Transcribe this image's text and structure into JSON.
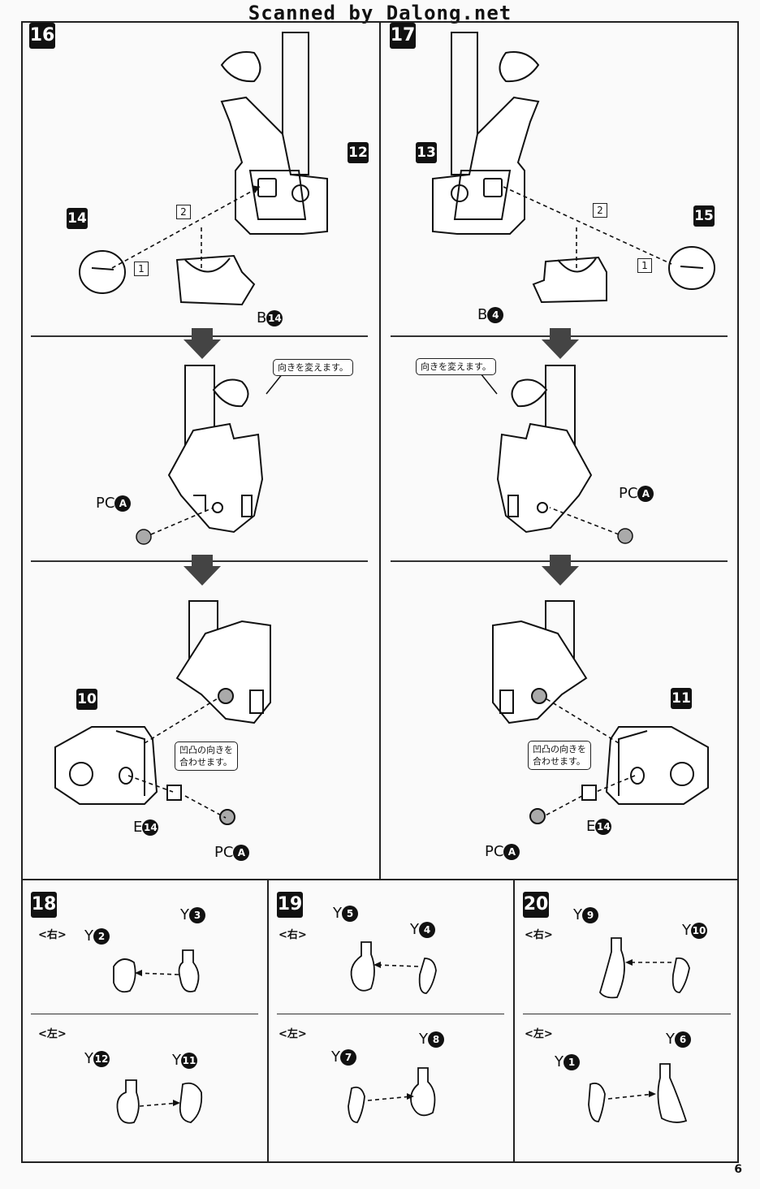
{
  "header": {
    "scan_credit": "Scanned by Dalong.net"
  },
  "steps": {
    "s16": {
      "num": "16",
      "part_main": "12",
      "part_cap": "14",
      "box1": "1",
      "box2": "2",
      "b_label": "B",
      "b_num": "14",
      "pc_label": "PC",
      "pc_num": "A",
      "part_joint": "10",
      "e_label": "E",
      "e_num": "14",
      "pc2_label": "PC",
      "pc2_num": "A",
      "note_turn": "向きを変えます。",
      "note_align": "凹凸の向きを\n合わせます。"
    },
    "s17": {
      "num": "17",
      "part_main": "13",
      "part_cap": "15",
      "box1": "1",
      "box2": "2",
      "b_label": "B",
      "b_num": "4",
      "pc_label": "PC",
      "pc_num": "A",
      "part_joint": "11",
      "e_label": "E",
      "e_num": "14",
      "pc2_label": "PC",
      "pc2_num": "A",
      "note_turn": "向きを変えます。",
      "note_align": "凹凸の向きを\n合わせます。"
    },
    "s18": {
      "num": "18",
      "right": "<右>",
      "left": "<左>",
      "r_a_label": "Y",
      "r_a_num": "2",
      "r_b_label": "Y",
      "r_b_num": "3",
      "l_a_label": "Y",
      "l_a_num": "12",
      "l_b_label": "Y",
      "l_b_num": "11"
    },
    "s19": {
      "num": "19",
      "right": "<右>",
      "left": "<左>",
      "r_a_label": "Y",
      "r_a_num": "5",
      "r_b_label": "Y",
      "r_b_num": "4",
      "l_a_label": "Y",
      "l_a_num": "7",
      "l_b_label": "Y",
      "l_b_num": "8"
    },
    "s20": {
      "num": "20",
      "right": "<右>",
      "left": "<左>",
      "r_a_label": "Y",
      "r_a_num": "9",
      "r_b_label": "Y",
      "r_b_num": "10",
      "l_a_label": "Y",
      "l_a_num": "1",
      "l_b_label": "Y",
      "l_b_num": "6"
    }
  },
  "footer": {
    "page_number": "6"
  }
}
